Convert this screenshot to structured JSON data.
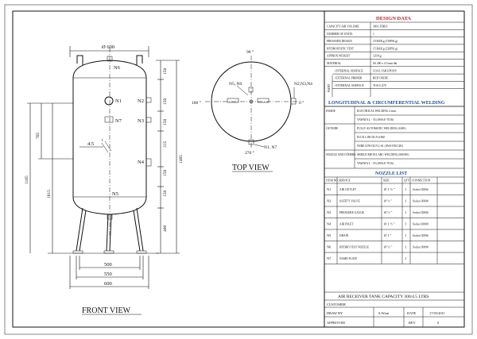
{
  "front_view": {
    "title": "FRONT VIEW",
    "diameter": "Ø 600",
    "nozzle_labels": [
      "N6",
      "N1",
      "N2",
      "N7",
      "N3",
      "N4",
      "N5"
    ],
    "angle": "4.5",
    "angle_sup": "t",
    "dims_right": [
      "150",
      "150",
      "150",
      "315",
      "150",
      "150",
      "400"
    ],
    "total_right": "1465",
    "dims_left": [
      "765",
      "1165",
      "1015"
    ],
    "dims_bottom": [
      "500",
      "550",
      "600"
    ]
  },
  "top_view": {
    "title": "TOP VIEW",
    "angles": [
      "90 °",
      "180 °",
      "0 °",
      "270 °"
    ],
    "labels": [
      "N5, N6",
      "N2,N3,N4",
      "N1, N7"
    ]
  },
  "design_data": {
    "title": "DESIGN DATA",
    "rows": [
      [
        "CAPACITY AIR VOLUME",
        "300 LITRES"
      ],
      [
        "NUMBER OF UNITS",
        "1"
      ],
      [
        "PRESSURE DESIGN",
        "10 BAR.g (150PSI.g)"
      ],
      [
        "HYDROSTATIC TEST",
        "15 BAR.g (220PSI.g)"
      ],
      [
        "APPROX WEIGHT",
        "120 Kg"
      ],
      [
        "MATERIAL",
        "SS 400 x 4.5 mm thk"
      ]
    ],
    "paint_label": "PAINT",
    "paint_rows": [
      [
        "- INTERNAL SURFACE",
        "COAL TAR EPOXY"
      ],
      [
        "- EXTERNAL PRIMER",
        "RED OXIDE"
      ],
      [
        "- EXTERNAL SURFACE",
        "TOA G.470"
      ]
    ]
  },
  "welding": {
    "title": "LONGITUDINAL & CIRCUMFERENTIAL WELDING",
    "rows": [
      [
        "INSIDE",
        "ELECTRICAL WELDING 4 mm."
      ],
      [
        "",
        "YAWATA L - 55 (AWS.E-7016)"
      ],
      [
        "OUTSIDE",
        "FULLY AUTOMATIC WELDING (SAW)"
      ],
      [
        "",
        "FLUX LINCOLN # 860"
      ],
      [
        "",
        "WIRE LINCOLN L-61 (AWS EM 12K)"
      ],
      [
        "NOZZLE AND OTHERS",
        "SHIELD METAL ARC WELDING (SMAW)"
      ],
      [
        "",
        "YAWATA L - 55 (AWS.E-7016)"
      ]
    ]
  },
  "nozzle_list": {
    "title": "NOZZLE LIST",
    "headers": [
      "ITEM NO.",
      "SERVICE",
      "SIZE",
      "QTY",
      "CONNECTION"
    ],
    "rows": [
      [
        "N1",
        "AIR OUTLET",
        "Ø 1 ½ \"",
        "1",
        "Socket 3000#"
      ],
      [
        "N2",
        "SAFETY VALVE",
        "Ø ½ \"",
        "1",
        "Socket 3000#"
      ],
      [
        "N3",
        "PRESSURE GAUGE",
        "Ø ½ \"",
        "1",
        "Socket 3000#"
      ],
      [
        "N4",
        "AIR INLET",
        "Ø 1 ½ \"",
        "1",
        "Socket 3000#"
      ],
      [
        "N5",
        "DRAIN",
        "Ø 1 \"",
        "1",
        "Socket 3000#"
      ],
      [
        "N6",
        "HYDRO TEST NOZZLE",
        "Ø ½ \"",
        "1",
        "Socket 3000#"
      ],
      [
        "N7",
        "NAME PLATE",
        "",
        "1",
        ""
      ]
    ]
  },
  "title_block": {
    "title": "AIR RECEIVER TANK CAPACITY 300/4.5 LTRS",
    "customer_label": "CUSTOMER",
    "drawn_label": "DRAW BY",
    "drawn_value": "S.Wirat",
    "date_label": "DATE",
    "date_value": "17/03/2011",
    "approved_label": "APPROVED",
    "rev_label": "REV",
    "rev_value": "0"
  }
}
